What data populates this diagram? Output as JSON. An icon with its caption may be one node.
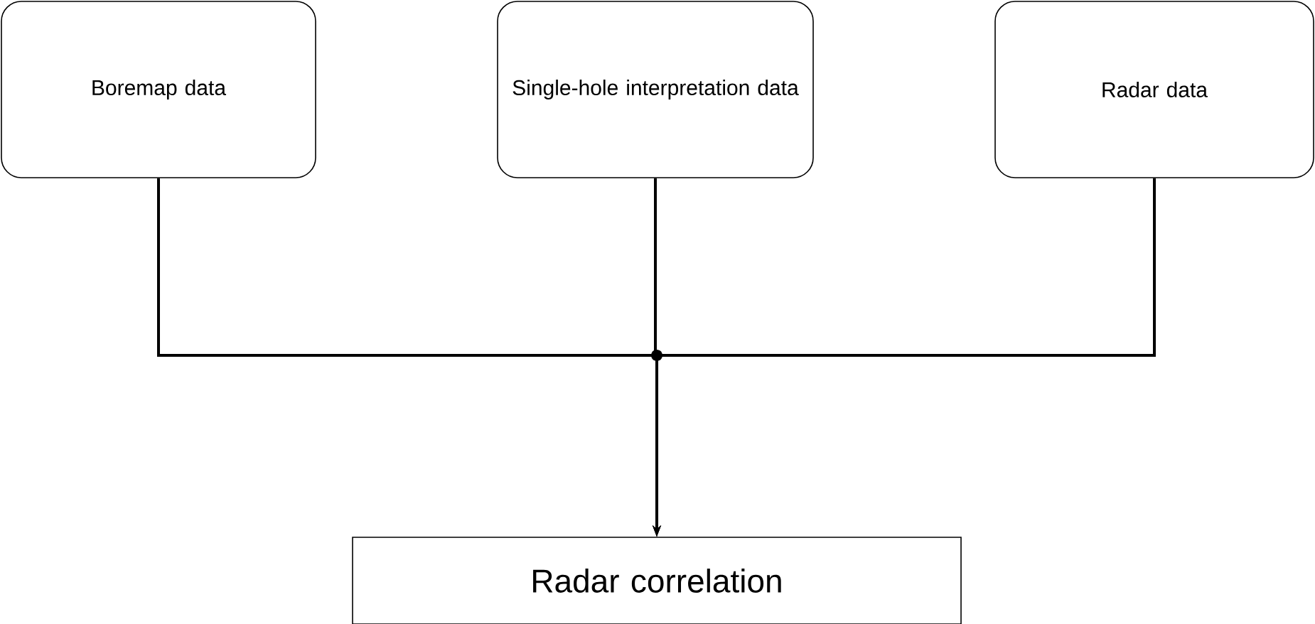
{
  "diagram": {
    "nodes": [
      {
        "text": [
          "Boremap data"
        ]
      },
      {
        "text": [
          "Single-hole interpretation data"
        ]
      },
      {
        "text": [
          "Radar data"
        ]
      },
      {
        "text": [
          "Radar correlation"
        ]
      }
    ],
    "edges": [
      {
        "from": 0,
        "to": 3,
        "arrow": "to"
      },
      {
        "from": 1,
        "to": 3,
        "arrow": "to"
      },
      {
        "from": 2,
        "to": 3,
        "arrow": "to"
      }
    ]
  }
}
